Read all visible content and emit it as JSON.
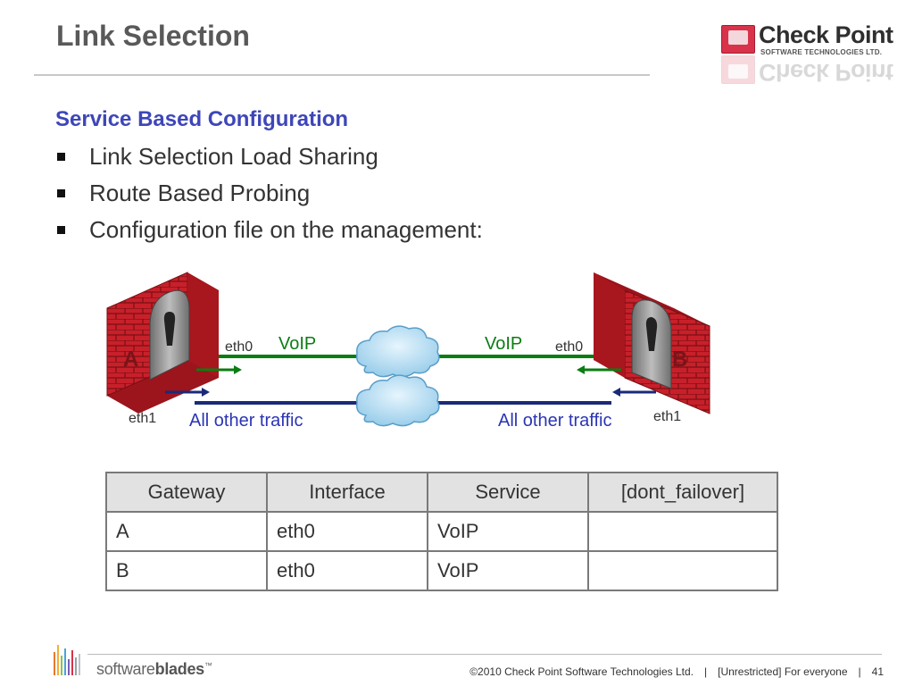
{
  "slide": {
    "title": "Link Selection",
    "subtitle": "Service Based Configuration",
    "bullets": [
      "Link Selection Load Sharing",
      "Route Based Probing",
      "Configuration file on the management:"
    ]
  },
  "logo": {
    "name": "Check Point",
    "tagline": "SOFTWARE TECHNOLOGIES LTD."
  },
  "diagram": {
    "gateway_a": "A",
    "gateway_b": "B",
    "left_top_iface": "eth0",
    "left_bottom_iface": "eth1",
    "right_top_iface": "eth0",
    "right_bottom_iface": "eth1",
    "left_voip": "VoIP",
    "right_voip": "VoIP",
    "left_other": "All other traffic",
    "right_other": "All other traffic",
    "colors": {
      "voip_line": "#0b7d12",
      "other_line": "#1a2a7a",
      "wall": "#c8202a",
      "cloud": "#a9d6ef"
    }
  },
  "table": {
    "headers": [
      "Gateway",
      "Interface",
      "Service",
      "[dont_failover]"
    ],
    "rows": [
      [
        "A",
        "eth0",
        "VoIP",
        ""
      ],
      [
        "B",
        "eth0",
        "VoIP",
        ""
      ]
    ]
  },
  "footer": {
    "brand_light": "software",
    "brand_bold": "blades",
    "brand_tm": "™",
    "copyright": "©2010 Check Point Software Technologies Ltd.",
    "classification": "[Unrestricted] For everyone",
    "page": "41"
  }
}
